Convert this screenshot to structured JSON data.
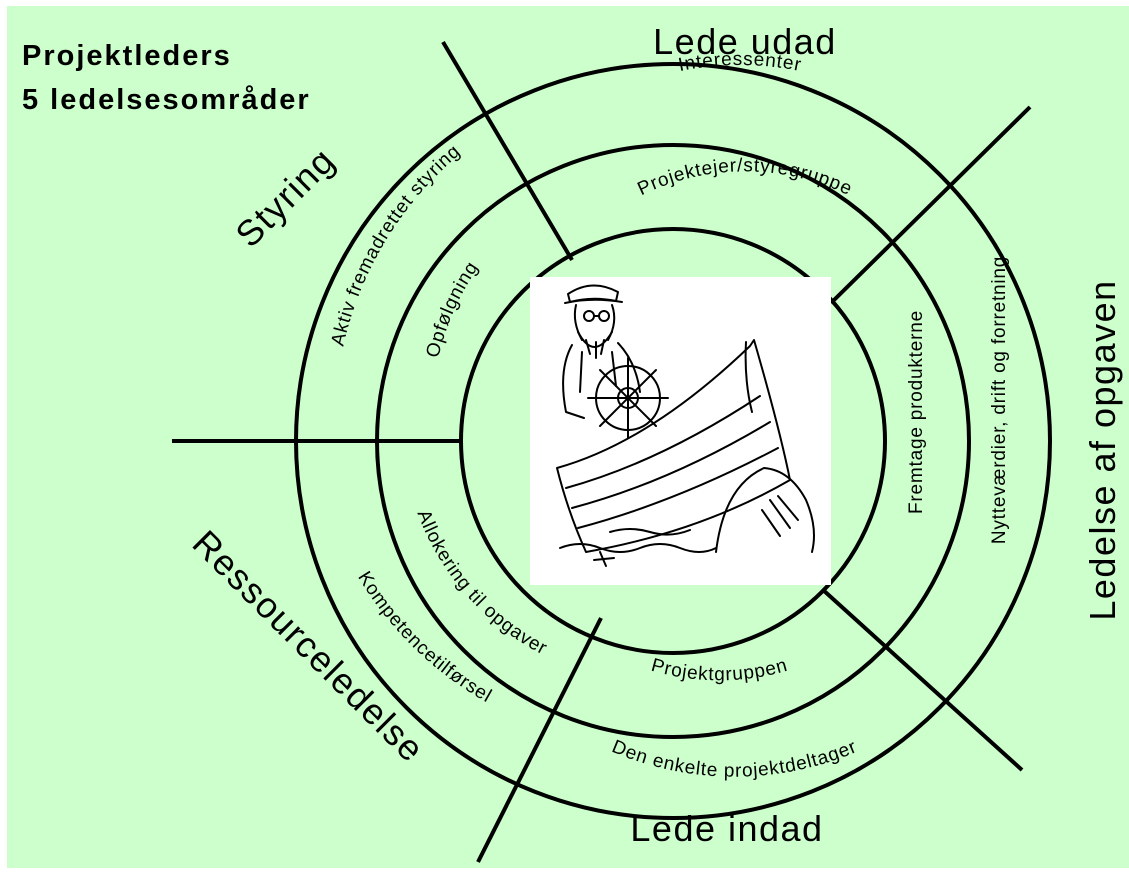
{
  "title": {
    "line1": "Projektleders",
    "line2": "5 ledelsesområder"
  },
  "areas": {
    "top": "Lede udad",
    "bottom": "Lede indad",
    "right": "Ledelse af opgaven",
    "upper_left": "Styring",
    "lower_left": "Ressourceledelse"
  },
  "ring_labels": {
    "outer_top": "Interessenter",
    "inner_top": "Projektejer/styregruppe",
    "outer_right": "Nytteværdier, drift og forretning",
    "inner_right": "Fremtage produkterne",
    "outer_bottom": "Den enkelte projektdeltager",
    "inner_bottom": "Projektgruppen",
    "outer_upper_left": "Aktiv fremadrettet styring",
    "inner_upper_left": "Opfølgning",
    "outer_lower_left": "Kompetencetilførsel",
    "inner_lower_left": "Allokering til opgaver"
  },
  "illustration": {
    "icon": "captain-steering-boat-icon"
  },
  "colors": {
    "background": "#ccffcc",
    "lines": "#000000",
    "picture_bg": "#ffffff"
  }
}
